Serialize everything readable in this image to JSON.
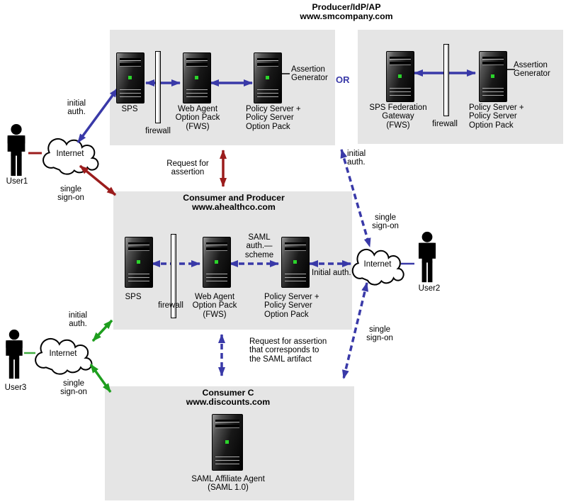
{
  "header": {
    "title": "Producer/IdP/AP\nwww.smcompany.com",
    "or": "OR"
  },
  "producer_left": {
    "sps": "SPS",
    "firewall": "firewall",
    "web_agent": "Web Agent\nOption Pack\n(FWS)",
    "policy": "Policy Server +\nPolicy Server\nOption Pack",
    "assertion": "Assertion\nGenerator"
  },
  "producer_right": {
    "gateway": "SPS Federation\nGateway\n(FWS)",
    "firewall": "firewall",
    "policy": "Policy Server +\nPolicy Server\nOption Pack",
    "assertion": "Assertion\nGenerator"
  },
  "consumer_producer": {
    "title": "Consumer and Producer\nwww.ahealthco.com",
    "sps": "SPS",
    "firewall": "firewall",
    "web_agent": "Web Agent\nOption Pack\n(FWS)",
    "policy": "Policy Server +\nPolicy Server\nOption Pack",
    "saml_scheme": "SAML\nauth.—\nscheme"
  },
  "consumer_c": {
    "title": "Consumer C\nwww.discounts.com",
    "agent": "SAML Affiliate Agent\n(SAML 1.0)"
  },
  "flows": {
    "request_assertion": "Request for\nassertion",
    "request_assertion_artifact": "Request for assertion\nthat corresponds to\nthe SAML artifact",
    "user1_initial": "initial\nauth.",
    "user1_sso": "single\nsign-on",
    "user2_initial_top": "initial\nauth.",
    "user2_sso_top": "single\nsign-on",
    "user2_initial_mid": "Initial auth.",
    "user2_sso_bottom": "single\nsign-on",
    "user3_initial": "initial\nauth.",
    "user3_sso": "single\nsign-on"
  },
  "actors": {
    "user1": "User1",
    "user2": "User2",
    "user3": "User3",
    "internet": "Internet"
  },
  "colors": {
    "blue": "#3939A8",
    "maroon": "#9B1C1C",
    "green": "#1E9E1E",
    "box": "#E5E5E5",
    "led": "#2BD42B"
  }
}
